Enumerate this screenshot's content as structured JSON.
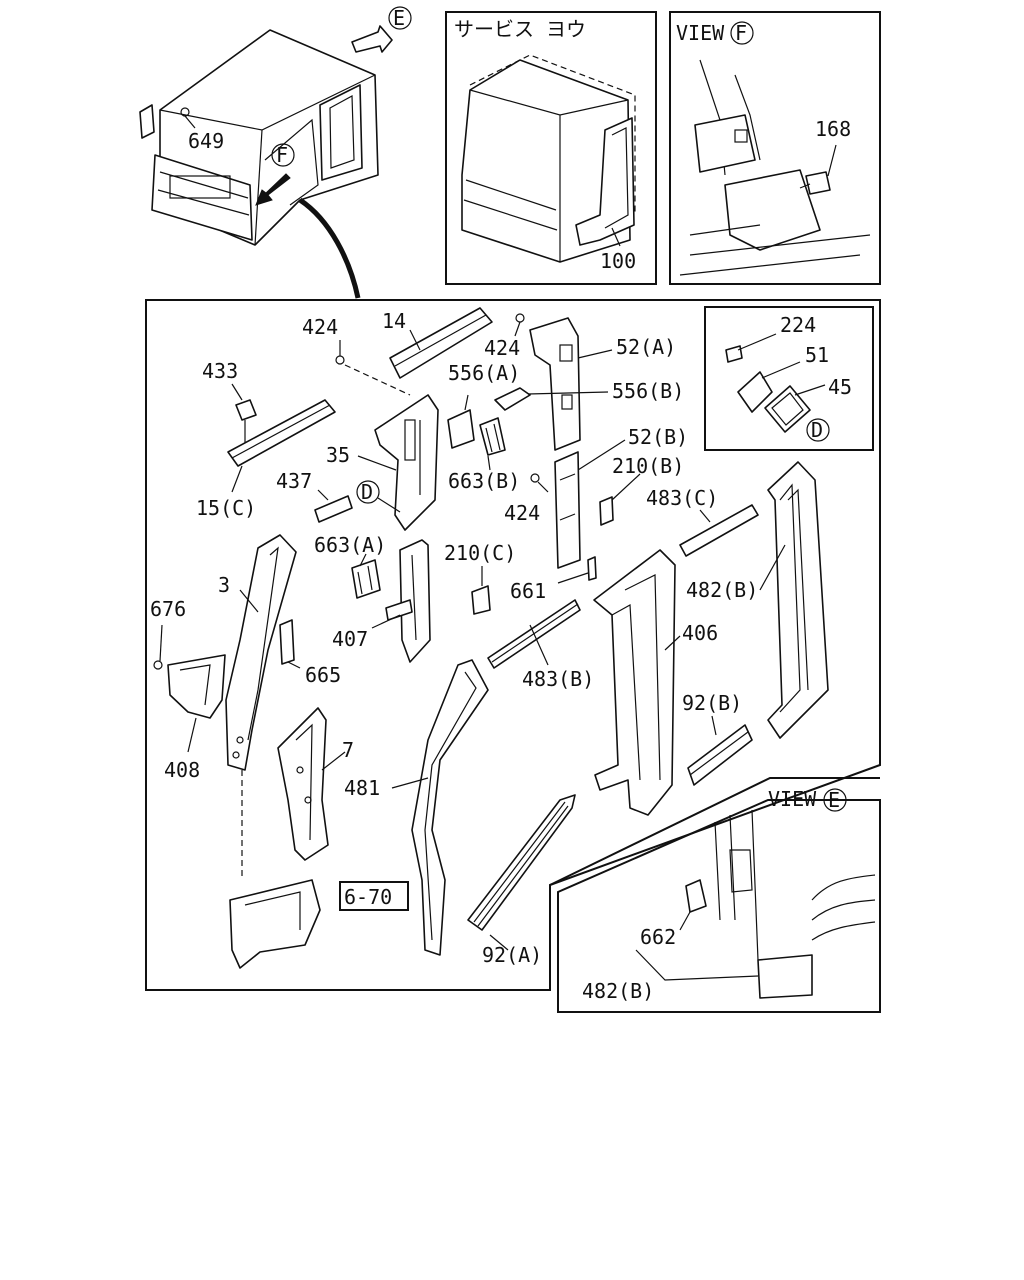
{
  "insets": {
    "service": {
      "title": "サービス ヨウ"
    },
    "view_f": {
      "title": "VIEW",
      "marker": "F"
    },
    "view_e": {
      "title": "VIEW",
      "marker": "E"
    }
  },
  "markers": {
    "e_arrow": "E",
    "f_arrow": "F",
    "d_main": "D",
    "d_gasket": "D"
  },
  "labels": {
    "p649": "649",
    "p100": "100",
    "p168": "168",
    "p14": "14",
    "p424a": "424",
    "p424b": "424",
    "p424c": "424",
    "p52a": "52(A)",
    "p52b": "52(B)",
    "p556a": "556(A)",
    "p556b": "556(B)",
    "p433": "433",
    "p35": "35",
    "p663b": "663(B)",
    "p210b": "210(B)",
    "p437": "437",
    "p15c": "15(C)",
    "p483c": "483(C)",
    "p663a": "663(A)",
    "p210c": "210(C)",
    "p661": "661",
    "p482b": "482(B)",
    "p3": "3",
    "p676": "676",
    "p407": "407",
    "p406": "406",
    "p665": "665",
    "p483b": "483(B)",
    "p92b": "92(B)",
    "p408": "408",
    "p7": "7",
    "p481": "481",
    "p670": "6-70",
    "p92a": "92(A)",
    "p224": "224",
    "p51": "51",
    "p45": "45",
    "p662": "662",
    "p482b_e": "482(B)"
  }
}
